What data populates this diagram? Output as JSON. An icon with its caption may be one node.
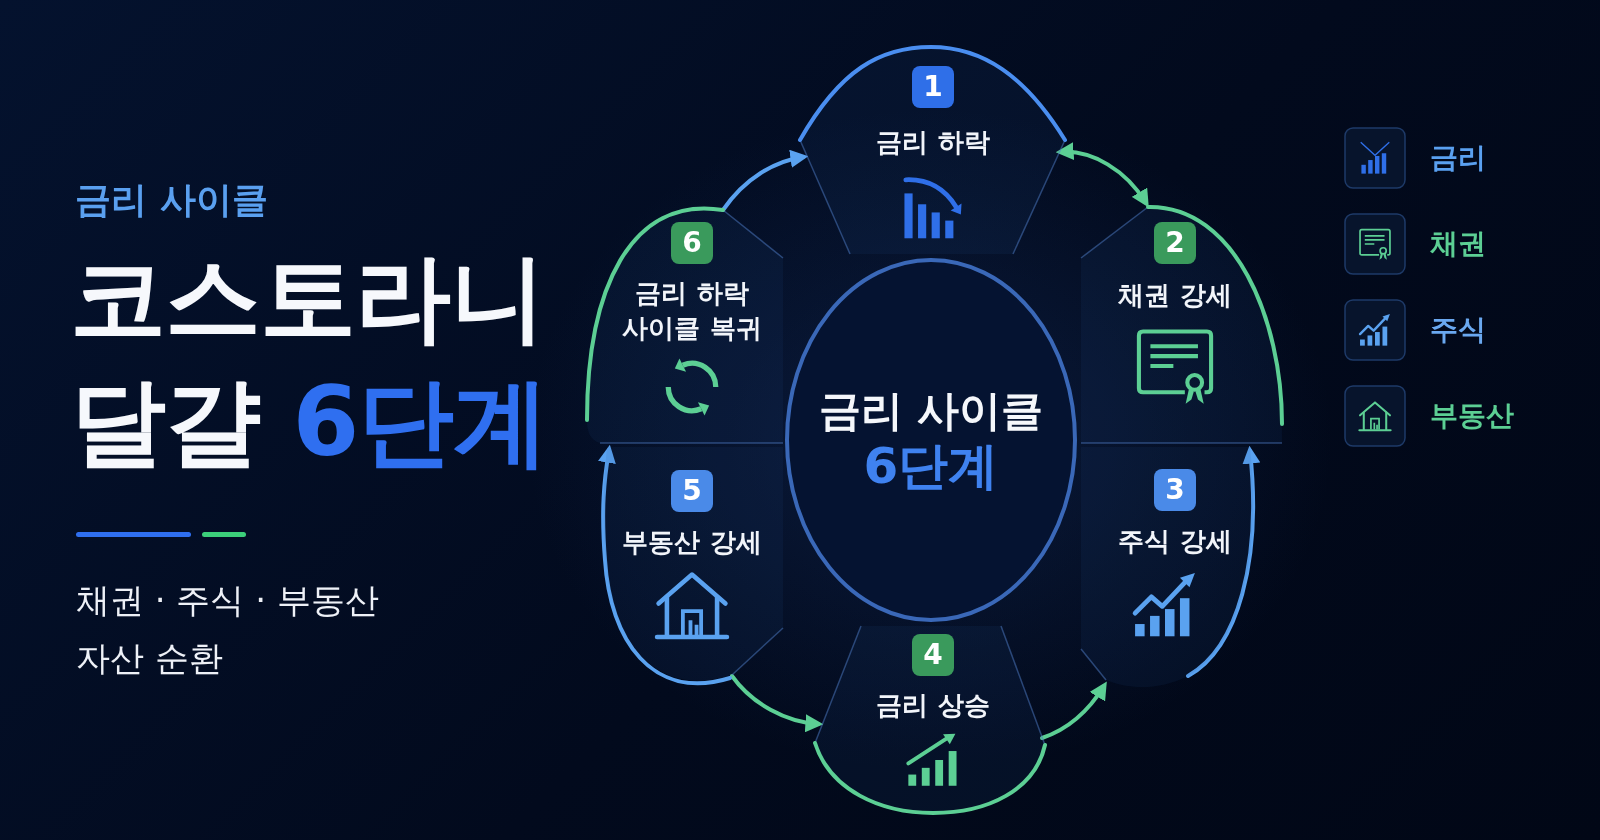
{
  "diagram": {
    "title": "코스토라니 달걀 6단계",
    "nodes": [
      {
        "text": [
          "1",
          "금리 하락"
        ]
      },
      {
        "text": [
          "2",
          "채권 강세"
        ]
      },
      {
        "text": [
          "3",
          "주식 강세"
        ]
      },
      {
        "text": [
          "4",
          "금리 상승"
        ]
      },
      {
        "text": [
          "5",
          "부동산 강세"
        ]
      },
      {
        "text": [
          "6",
          "금리 하락 사이클 복귀"
        ]
      },
      {
        "text": [
          "금리 사이클",
          "6단계"
        ]
      }
    ],
    "edges": [
      {
        "from": 5,
        "to": 0,
        "arrow": "to"
      },
      {
        "from": 0,
        "to": 1,
        "arrow": "both",
        "color": "#5ccf94"
      },
      {
        "from": 2,
        "to": 1,
        "arrow": "to"
      },
      {
        "from": 3,
        "to": 2,
        "arrow": "to",
        "color": "#5ccf94"
      },
      {
        "from": 4,
        "to": 3,
        "arrow": "to",
        "color": "#5ccf94"
      },
      {
        "from": 4,
        "to": 5,
        "arrow": "to"
      }
    ],
    "labels": [
      "금리 사이클",
      "채권 · 주식 · 부동산 자산 순환"
    ],
    "legend": [
      {
        "text": "금리"
      },
      {
        "text": "채권"
      },
      {
        "text": "주식"
      },
      {
        "text": "부동산"
      }
    ]
  }
}
